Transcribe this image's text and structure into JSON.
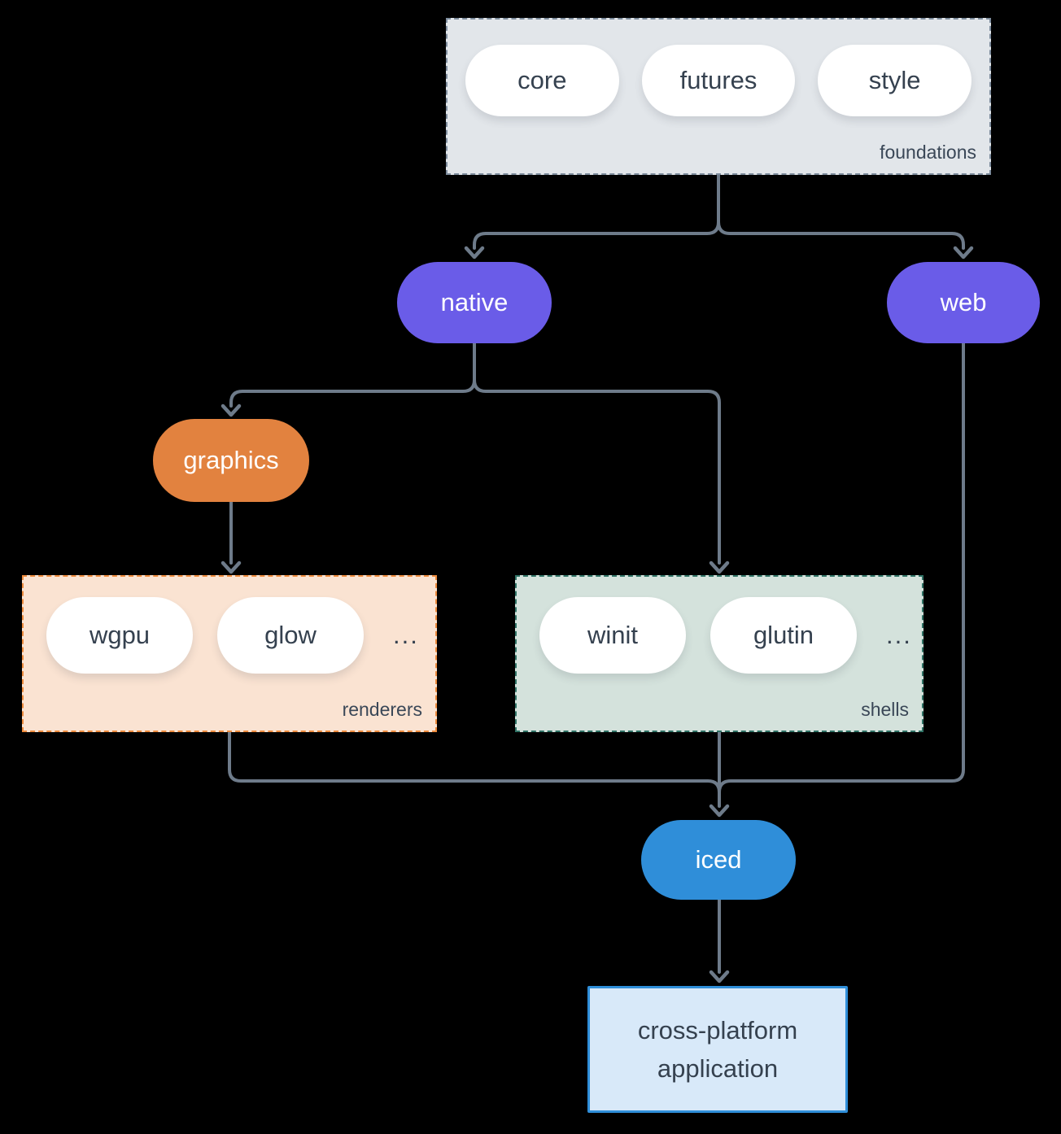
{
  "colors": {
    "background": "#000000",
    "arrow": "#6e7b8a",
    "foundations-fill": "#e2e6ea",
    "foundations-border": "#7d8c9d",
    "pill-fill": "#ffffff",
    "pill-text": "#35414f",
    "label-text": "#3a4757",
    "purple": "#6a5ce8",
    "orange": "#e2823f",
    "renderers-fill": "#fae3d2",
    "renderers-border": "#ed8b3d",
    "shells-fill": "#d4e2dc",
    "shells-border": "#2f7265",
    "blue": "#2f8ed9",
    "app-fill": "#d8e9f9",
    "app-border": "#2f8ed9",
    "node-text": "#ffffff"
  },
  "nodes": {
    "foundations": {
      "label": "foundations",
      "pills": [
        "core",
        "futures",
        "style"
      ]
    },
    "native": {
      "label": "native"
    },
    "web": {
      "label": "web"
    },
    "graphics": {
      "label": "graphics"
    },
    "renderers": {
      "label": "renderers",
      "pills": [
        "wgpu",
        "glow"
      ],
      "ellipsis": "..."
    },
    "shells": {
      "label": "shells",
      "pills": [
        "winit",
        "glutin"
      ],
      "ellipsis": "..."
    },
    "iced": {
      "label": "iced"
    },
    "application": {
      "line1": "cross-platform",
      "line2": "application"
    }
  }
}
